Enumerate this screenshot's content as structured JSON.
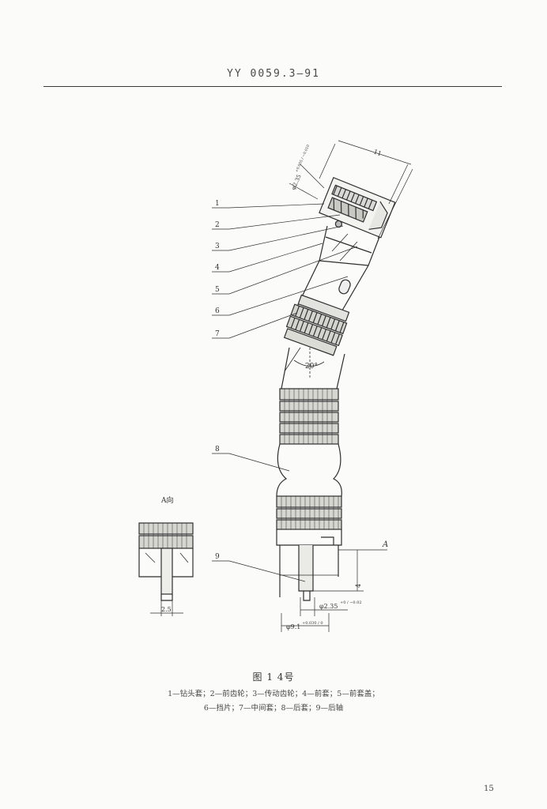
{
  "header": {
    "standard_code": "YY 0059.3—91"
  },
  "figure": {
    "title": "图 1   4号",
    "legend_line1": "1—钻头套；2—前齿轮；3—传动齿轮；4—前套；5—前套盖；",
    "legend_line2": "6—挡片；7—中间套；8—后套；9—后轴",
    "part_numbers": [
      "1",
      "2",
      "3",
      "4",
      "5",
      "6",
      "7",
      "8",
      "9"
    ],
    "angle_label": "20°",
    "view_label": "A向",
    "view_marker": "A",
    "dim_top_diameter": "φ2.35",
    "dim_top_tolerance": "+0.005 / −0.010",
    "dim_head_length": "11",
    "dim_bottom_diameter": "φ2.35",
    "dim_bottom_tolerance": "+0 / −0.02",
    "dim_outer_diameter": "φ9.1",
    "dim_outer_tolerance": "+0.030 / 0",
    "dim_shaft_length": "4",
    "dim_a_view_width": "2.5"
  },
  "page": {
    "number": "15"
  }
}
